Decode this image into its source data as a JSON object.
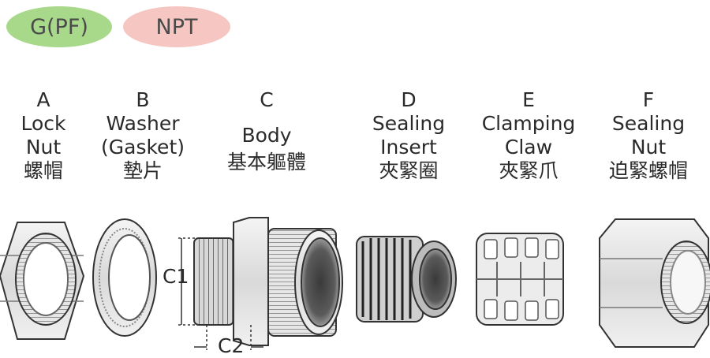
{
  "badges": [
    {
      "label": "G(PF)",
      "color": "#a8d88a"
    },
    {
      "label": "NPT",
      "color": "#f6c7c2"
    }
  ],
  "parts": [
    {
      "letter": "A",
      "name1": "Lock",
      "name2": "Nut",
      "zh": "螺帽"
    },
    {
      "letter": "B",
      "name1": "Washer",
      "name2": "(Gasket)",
      "zh": "墊片"
    },
    {
      "letter": "C",
      "name1": "Body",
      "name2": "",
      "zh": "基本軀體"
    },
    {
      "letter": "D",
      "name1": "Sealing",
      "name2": "Insert",
      "zh": "夾緊圈"
    },
    {
      "letter": "E",
      "name1": "Clamping",
      "name2": "Claw",
      "zh": "夾緊爪"
    },
    {
      "letter": "F",
      "name1": "Sealing",
      "name2": "Nut",
      "zh": "迫緊螺帽"
    }
  ],
  "dimensions": {
    "c1": "C1",
    "c2": "C2"
  }
}
